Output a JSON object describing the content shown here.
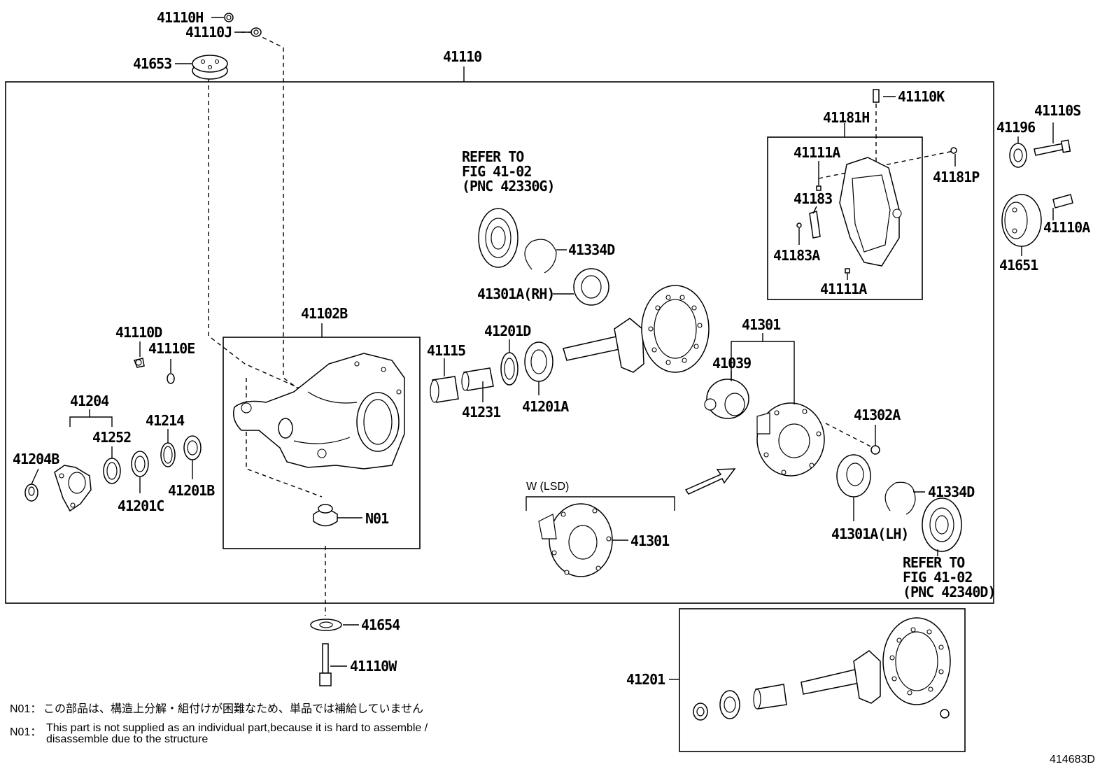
{
  "labels": {
    "p41110H": "41110H",
    "p41110J": "41110J",
    "p41653": "41653",
    "p41110": "41110",
    "p41110K": "41110K",
    "p41181H": "41181H",
    "p41110S": "41110S",
    "p41196": "41196",
    "p41111A_top": "41111A",
    "p41181P": "41181P",
    "p41183": "41183",
    "p41183A": "41183A",
    "p41111A_bottom": "41111A",
    "p41110A": "41110A",
    "p41651": "41651",
    "p41334D_top": "41334D",
    "p41301A_RH": "41301A(RH)",
    "p41102B": "41102B",
    "p41110D": "41110D",
    "p41110E": "41110E",
    "p41204": "41204",
    "p41252": "41252",
    "p41214": "41214",
    "p41204B": "41204B",
    "p41201C": "41201C",
    "p41201B": "41201B",
    "p41115": "41115",
    "p41201D": "41201D",
    "p41231": "41231",
    "p41201A": "41201A",
    "p41301": "41301",
    "p41039": "41039",
    "p41302A": "41302A",
    "p41334D_bottom": "41334D",
    "p41301A_LH": "41301A(LH)",
    "pN01": "N01",
    "pW_LSD": "W (LSD)",
    "p41301_lsd": "41301",
    "p41654": "41654",
    "p41110W": "41110W",
    "p41201": "41201",
    "figure_id": "414683D"
  },
  "refer_top": {
    "line1": "REFER TO",
    "line2": "FIG 41-02",
    "line3": "(PNC 42330G)"
  },
  "refer_bottom": {
    "line1": "REFER TO",
    "line2": "FIG 41-02",
    "line3": "(PNC 42340D)"
  },
  "notes": {
    "jp_prefix": "N01：",
    "jp_text": "この部品は、構造上分解・組付けが困難なため、単品では補給していません",
    "en_prefix": "N01：",
    "en_line1": "This part is not supplied as an individual part,because it is hard to assemble /",
    "en_line2": "disassemble due to the structure"
  }
}
